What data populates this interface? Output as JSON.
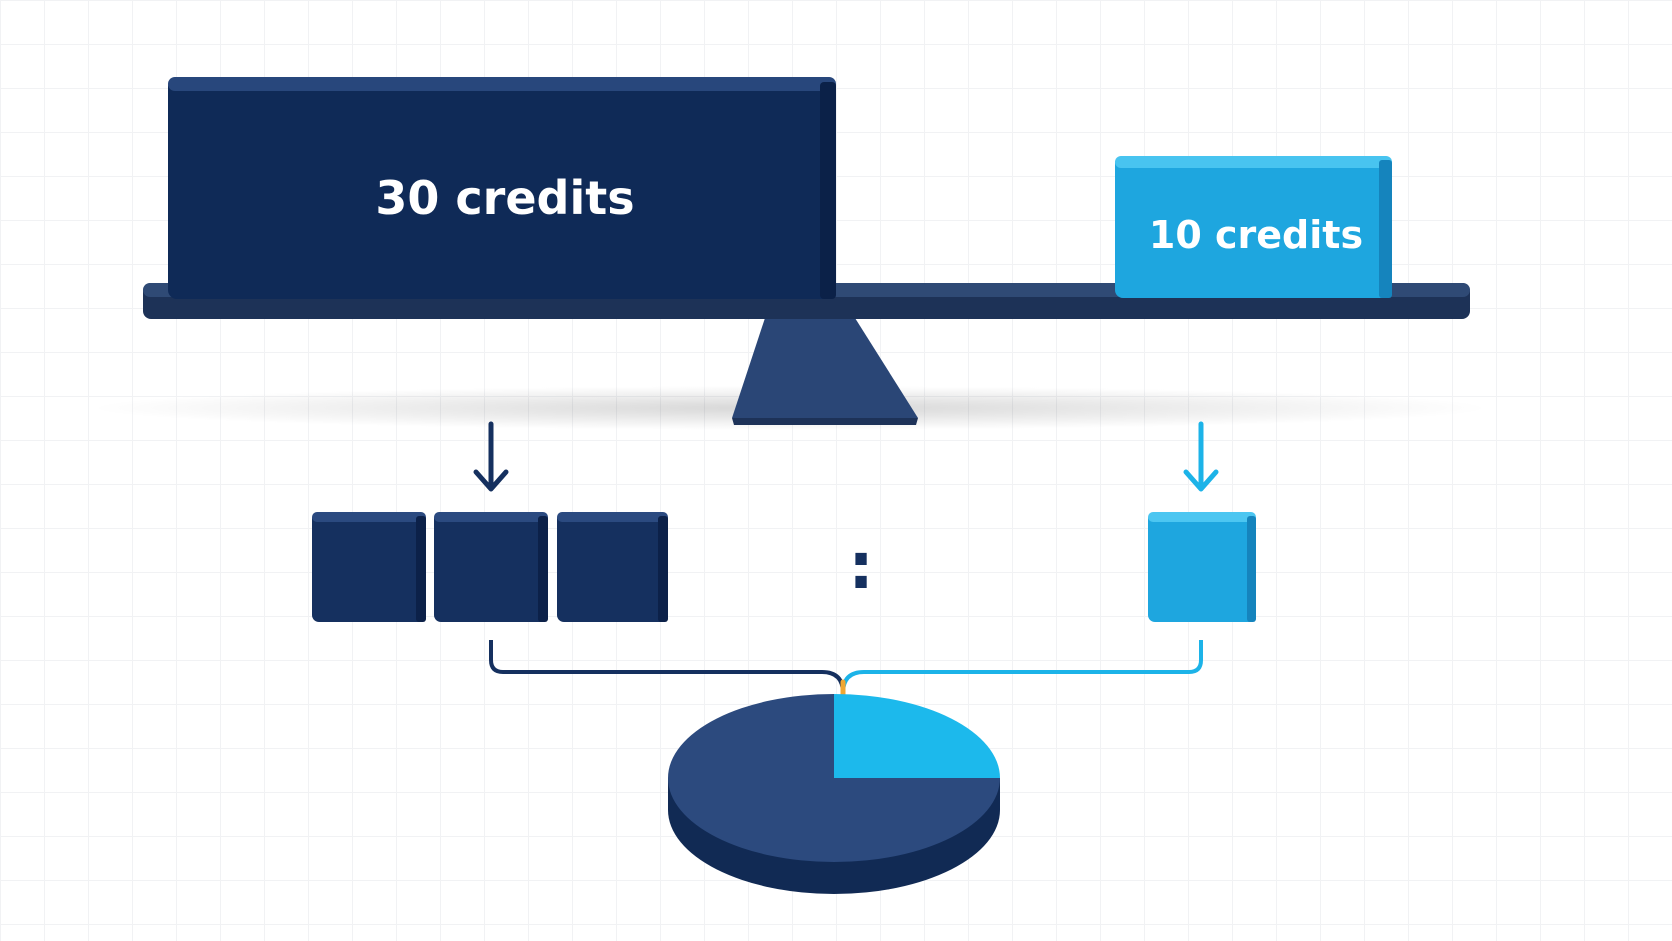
{
  "left_block": {
    "label": "30 credits",
    "units": 3
  },
  "right_block": {
    "label": "10 credits",
    "units": 1
  },
  "ratio_separator": ":",
  "pie": {
    "slices": [
      {
        "share": 0.75
      },
      {
        "share": 0.25
      }
    ]
  },
  "colors": {
    "dark": "#15305f",
    "light": "#1cb3e8",
    "accent": "#f0a732",
    "beam": "#233a61"
  }
}
